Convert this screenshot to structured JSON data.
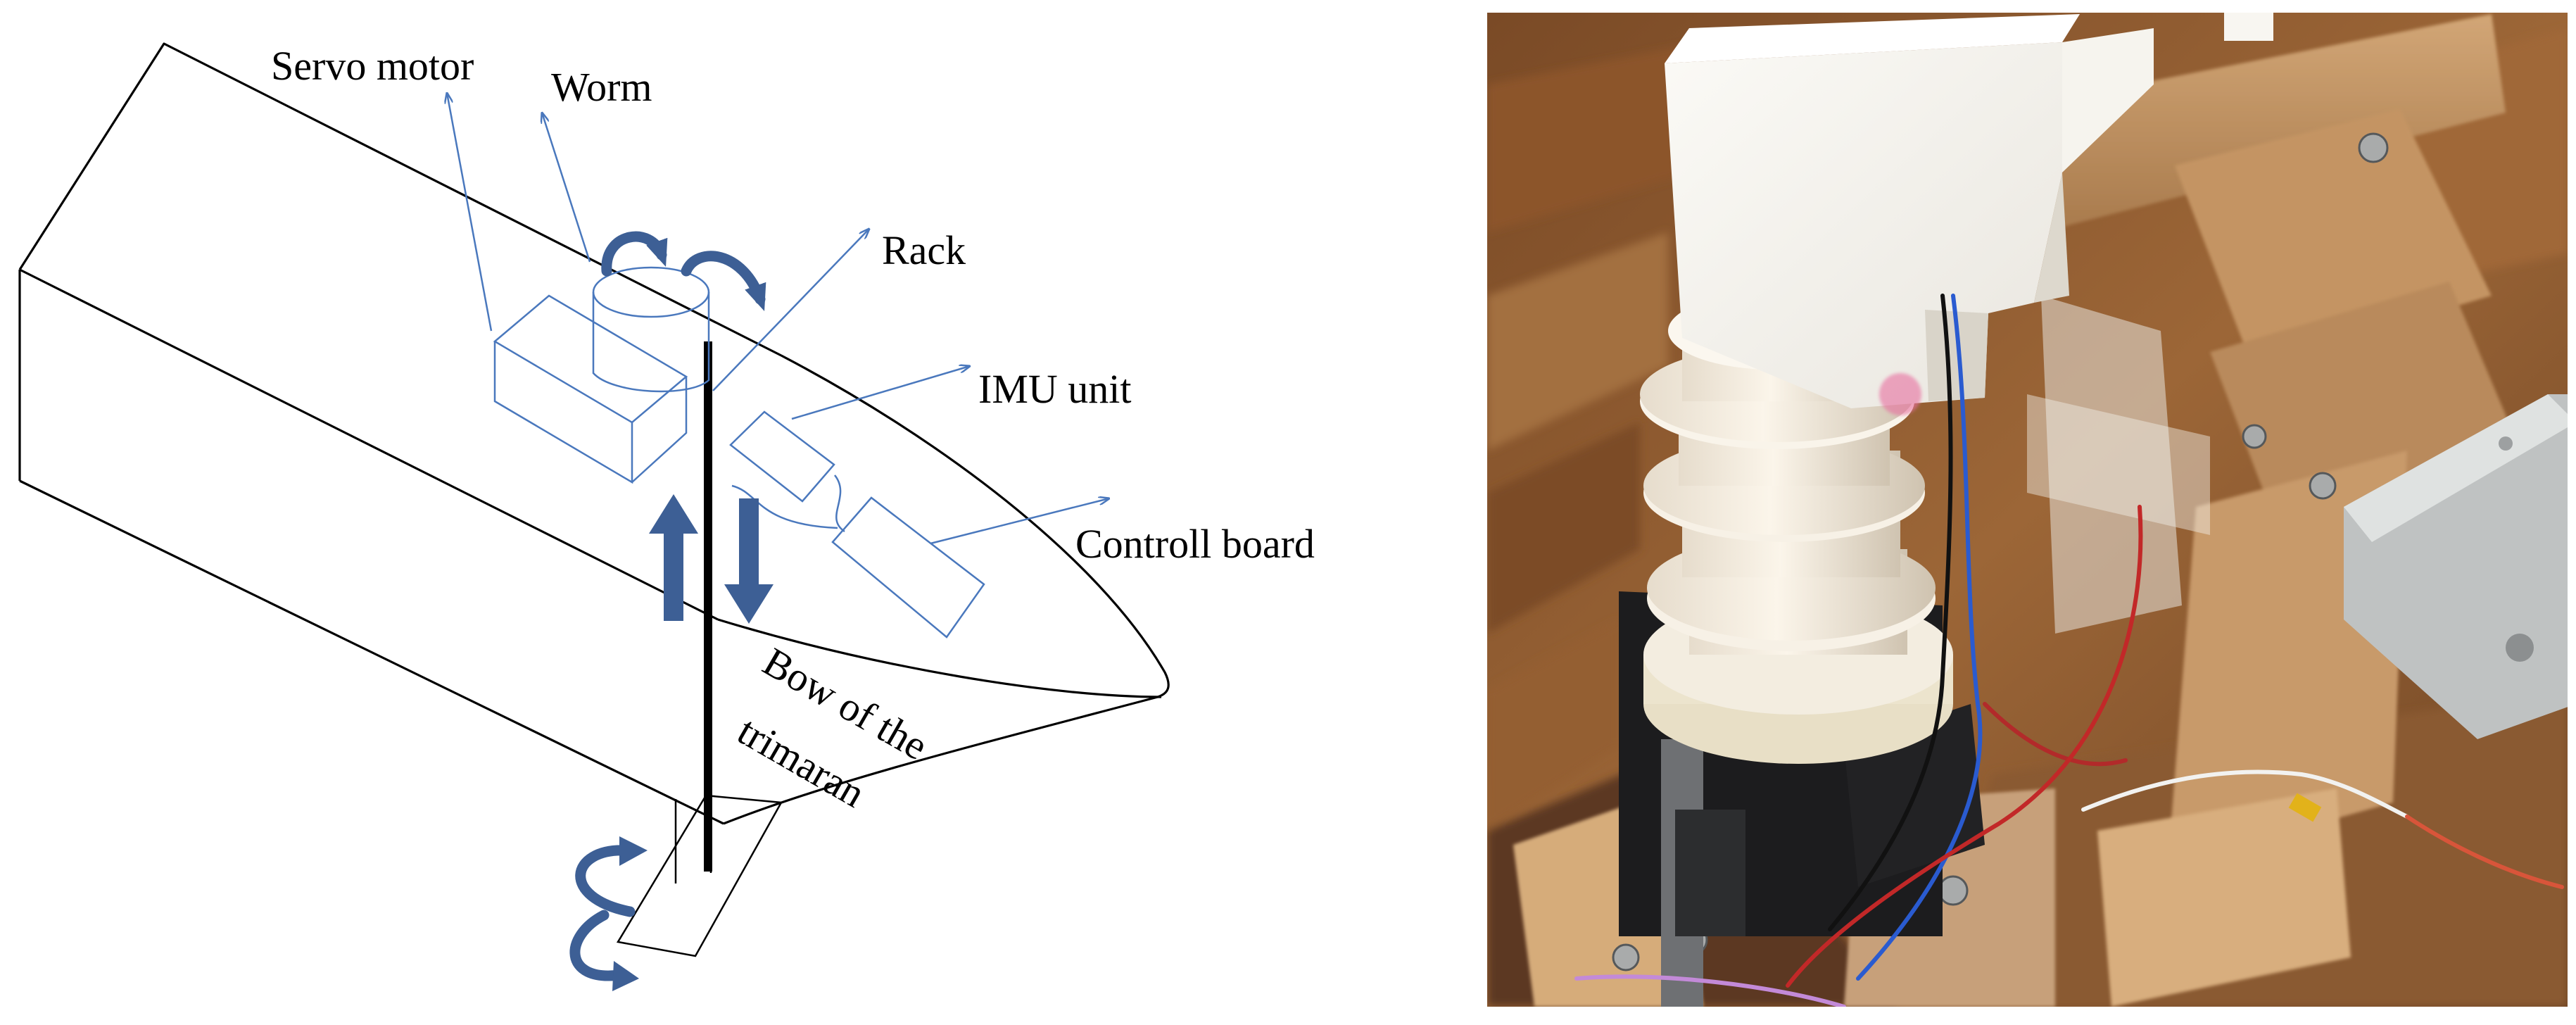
{
  "labels": {
    "servo_motor": "Servo motor",
    "worm": "Worm",
    "rack": "Rack",
    "imu_unit": "IMU unit",
    "control_board": "Controll board",
    "bow_line1": "Bow of the",
    "bow_line2": "trimaran"
  },
  "colors": {
    "diagram_line": "#000000",
    "component_line": "#4a78bd",
    "arrow_fill": "#3d5f95",
    "background": "#ffffff"
  },
  "photo": {
    "subject": "physical worm-gear rack actuator mounted on wooden base"
  }
}
